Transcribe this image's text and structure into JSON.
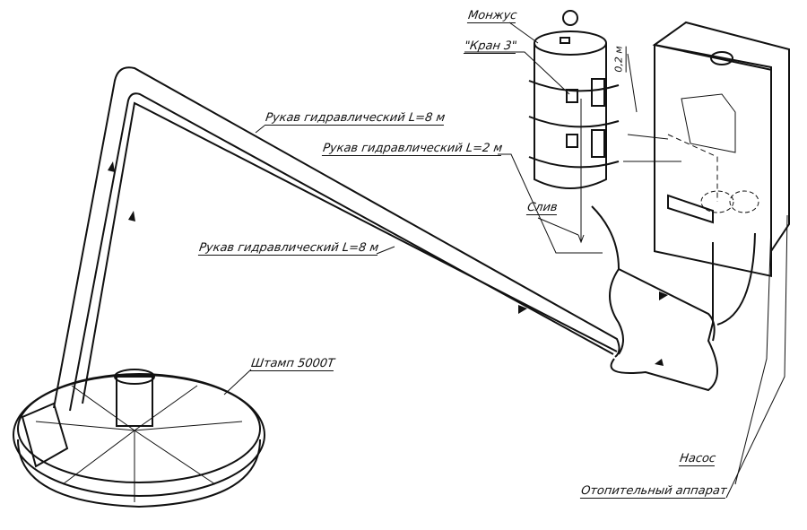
{
  "labels": {
    "monjus": "Монжус",
    "kran": "\"Кран 3\"",
    "distance": "0,2 м",
    "hose_top": "Рукав гидравлический L=8 м",
    "hose_2m": "Рукав гидравлический L=2 м",
    "drain": "Слив",
    "hose_bottom": "Рукав гидравлический L=8 м",
    "stamp": "Штамп 5000Т",
    "pump": "Насос",
    "heater": "Отопительный аппарат"
  }
}
